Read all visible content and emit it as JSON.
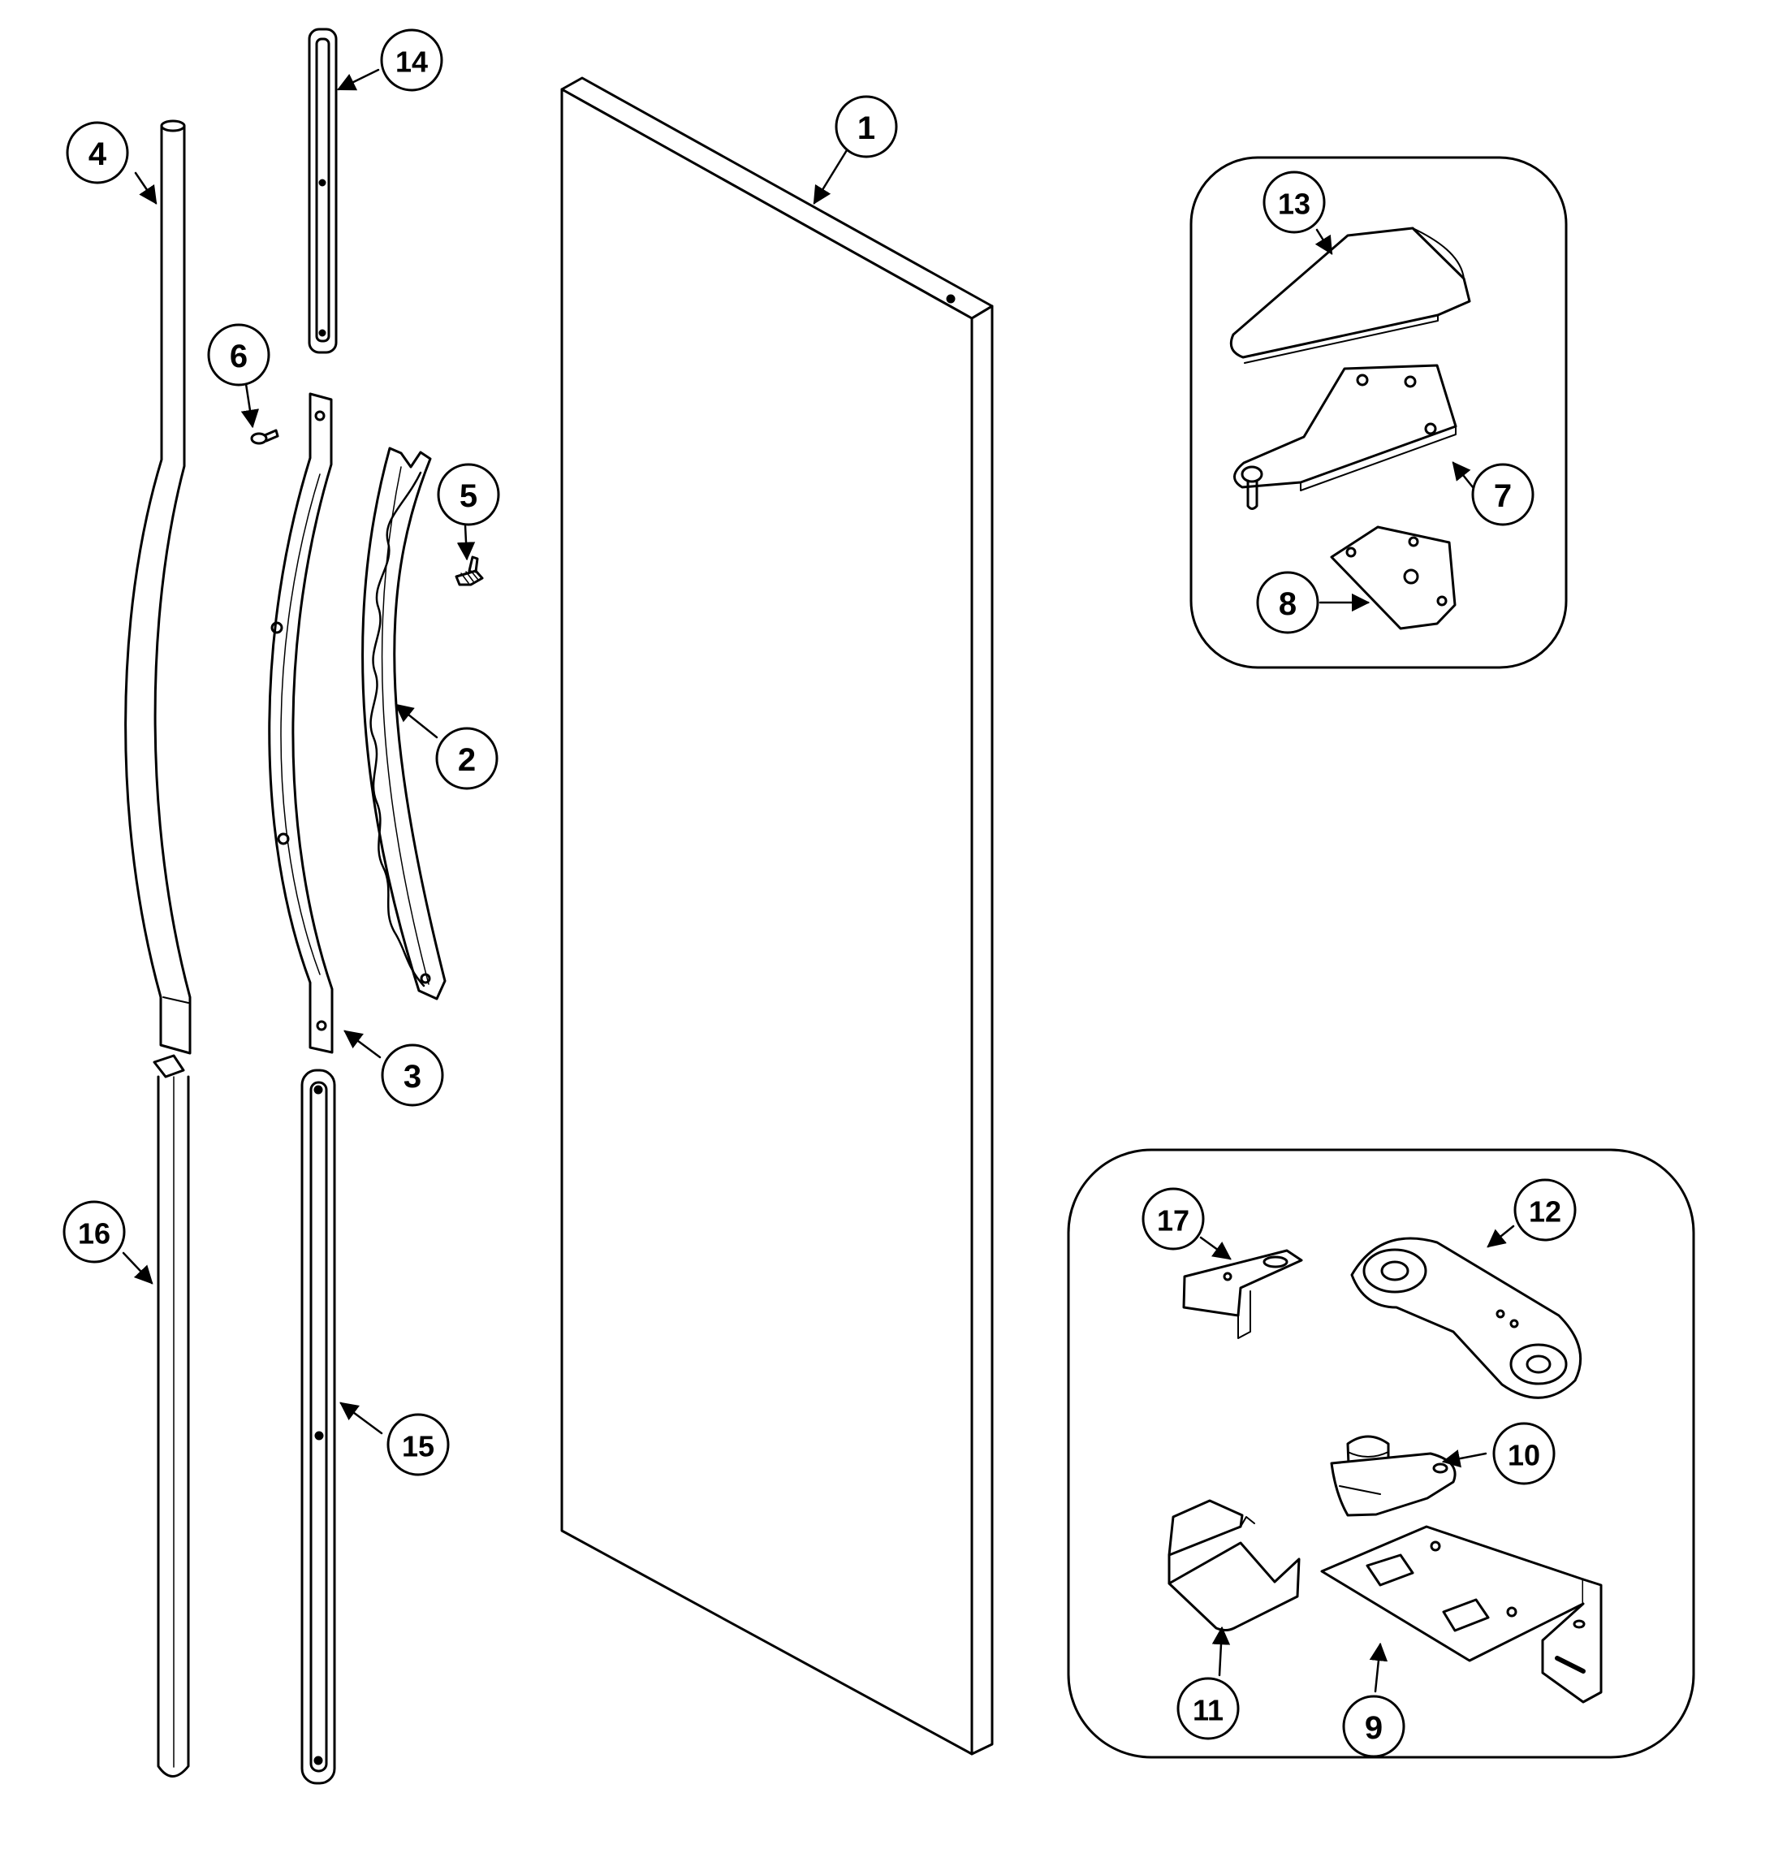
{
  "diagram": {
    "callouts": [
      {
        "id": "c1",
        "label": "1"
      },
      {
        "id": "c2",
        "label": "2"
      },
      {
        "id": "c3",
        "label": "3"
      },
      {
        "id": "c4",
        "label": "4"
      },
      {
        "id": "c5",
        "label": "5"
      },
      {
        "id": "c6",
        "label": "6"
      },
      {
        "id": "c7",
        "label": "7"
      },
      {
        "id": "c8",
        "label": "8"
      },
      {
        "id": "c9",
        "label": "9"
      },
      {
        "id": "c10",
        "label": "10"
      },
      {
        "id": "c11",
        "label": "11"
      },
      {
        "id": "c12",
        "label": "12"
      },
      {
        "id": "c13",
        "label": "13"
      },
      {
        "id": "c14",
        "label": "14"
      },
      {
        "id": "c15",
        "label": "15"
      },
      {
        "id": "c16",
        "label": "16"
      },
      {
        "id": "c17",
        "label": "17"
      }
    ],
    "colors": {
      "ink": "#000000",
      "paper": "#ffffff"
    }
  }
}
